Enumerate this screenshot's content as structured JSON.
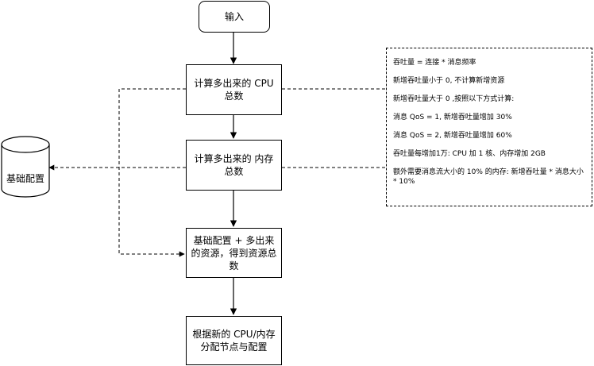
{
  "nodes": {
    "input": "输入",
    "cpu": "计算多出来的 CPU 总数",
    "memory": "计算多出来的 内存 总数",
    "total": "基础配置 + 多出来的资源，得到资源总数",
    "assign": "根据新的 CPU/内存分配节点与配置"
  },
  "database": {
    "label": "基础配置"
  },
  "note": {
    "lines": [
      "吞吐量 = 连接 * 消息频率",
      "新增吞吐量小于 0, 不计算新增资源",
      "新增吞吐量大于 0 ,按照以下方式计算:",
      "消息 QoS = 1, 新增吞吐量增加 30%",
      "消息 QoS = 2, 新增吞吐量增加 60%",
      "吞吐量每增加1万: CPU 加 1 核、内存增加 2GB",
      "额外需要消息流大小的 10% 的内存: 新增吞吐量 * 消息大小 * 10%"
    ]
  }
}
